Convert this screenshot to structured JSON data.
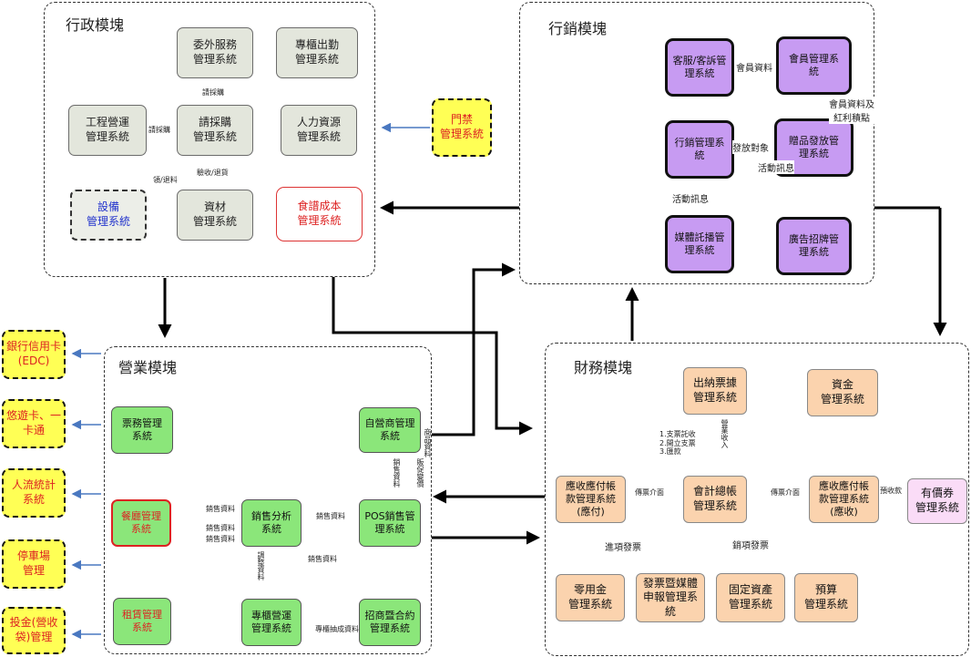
{
  "modules": {
    "admin": "行政模塊",
    "marketing": "行銷模塊",
    "business": "營業模塊",
    "finance": "財務模塊"
  },
  "nodes": {
    "outsourcing": "委外服務\n管理系統",
    "attendance": "專櫃出勤\n管理系統",
    "engineering": "工程營運\n管理系統",
    "purchasing": "請採購\n管理系統",
    "hr": "人力資源\n管理系統",
    "access": "門禁\n管理系統",
    "equipment": "設備\n管理系統",
    "materials": "資材\n管理系統",
    "recipe_cost": "食譜成本\n管理系統",
    "cs": "客服/客訴管\n理系統",
    "member": "會員管理系\n統",
    "mkt_mgmt": "行銷管理系\n統",
    "gift": "贈品發放管\n理系統",
    "media": "媒體託播管\n理系統",
    "ad": "廣告招牌管\n理系統",
    "bank": "銀行信用卡\n(EDC)",
    "easycard": "悠遊卡、一\n卡通",
    "traffic": "人流統計\n系統",
    "parking": "停車場\n管理",
    "cash_bag": "投金(營收\n袋)管理",
    "ticket": "票務管理\n系統",
    "restaurant": "餐廳管理\n系統",
    "lease": "租賃管理\n系統",
    "self_op": "自營商管理\n系統",
    "sales_analysis": "銷售分析\n系統",
    "pos": "POS銷售管\n理系統",
    "counter_ops": "專櫃營運\n管理系統",
    "leasing_contract": "招商暨合約\n管理系統",
    "cashier": "出納票據\n管理系統",
    "funds": "資金\n管理系統",
    "ap": "應收應付帳\n款管理系統\n(應付)",
    "gl": "會計總帳\n管理系統",
    "ar": "應收應付帳\n款管理系統\n(應收)",
    "voucher": "有價券\n管理系統",
    "petty_cash": "零用金\n管理系統",
    "invoice": "發票暨媒體\n申報管理系\n統",
    "fixed_assets": "固定資產\n管理系統",
    "budget": "預算\n管理系統"
  },
  "labels": {
    "pr": "請採購",
    "pr2": "請採購",
    "requisition": "領/退料",
    "receiving": "驗收/退貨",
    "member_data": "會員資料",
    "points": "會員資料及\n紅利積點",
    "issue_target": "發放對象",
    "activity_info": "活動訊息",
    "activity_info2": "活動訊息",
    "sales_data1": "銷售資料",
    "sales_data2": "銷售資料",
    "sales_data3": "銷售資料",
    "sales_data4": "銷售資料",
    "sales_data5": "銷售資料",
    "product_data": "商品資料",
    "promo_change": "販促變價",
    "sales_data_v": "銷售資料",
    "adjust_data": "調整資料",
    "rent_commission": "專櫃抽成資料",
    "cheque": "1.支票託收\n2.開立支票\n3.匯款",
    "revenue_in": "營業收入",
    "voucher_if1": "傳票介面",
    "voucher_if2": "傳票介面",
    "payment": "預收款",
    "input_invoice": "進項發票",
    "output_invoice": "銷項發票"
  },
  "colors": {
    "gray_box": "#e3e6dc",
    "purple_box": "#c79bf2",
    "orange_box": "#fbd3ae",
    "green_box": "#8be67a",
    "yellow_box": "#ffff55",
    "pink_box": "#fadcf7",
    "link_blue": "#4a78c0",
    "red_text": "#d22222"
  }
}
